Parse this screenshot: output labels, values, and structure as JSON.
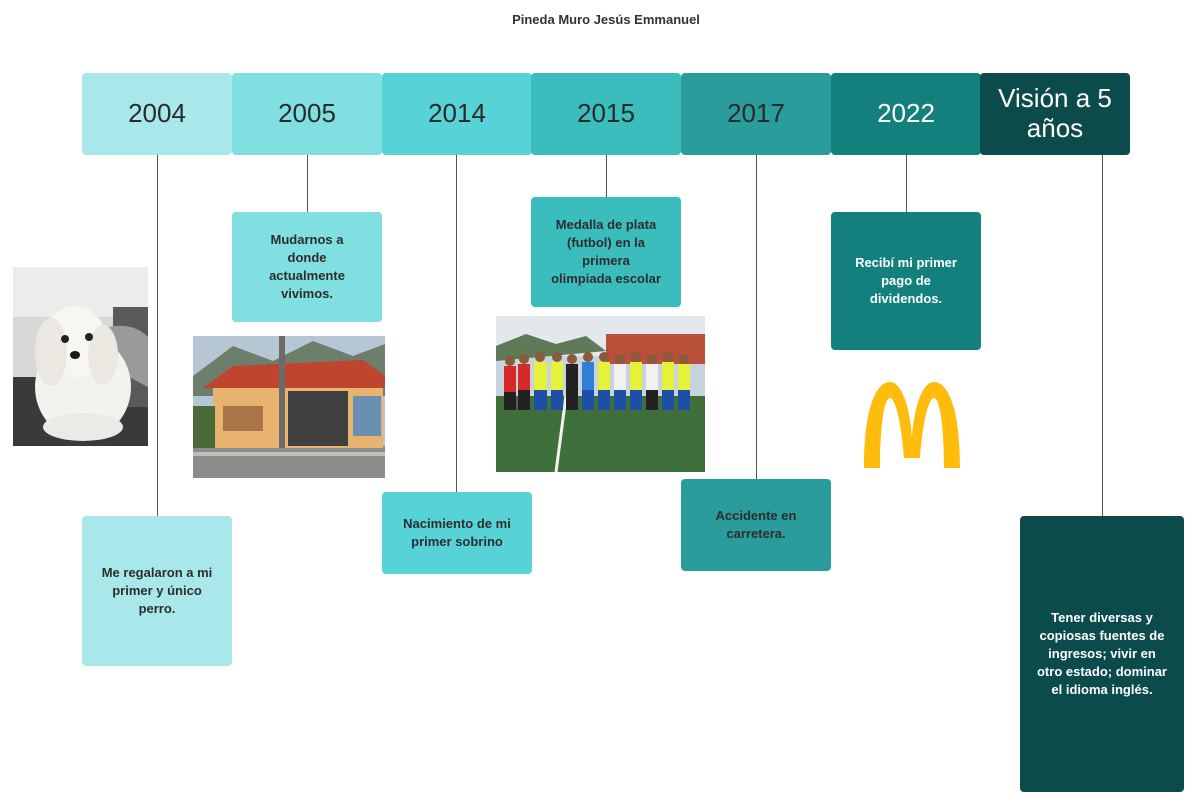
{
  "title": "Pineda Muro Jesús Emmanuel",
  "years": [
    {
      "label": "2004",
      "color": "#a9e8ea"
    },
    {
      "label": "2005",
      "color": "#80dfe1"
    },
    {
      "label": "2014",
      "color": "#57d3d7"
    },
    {
      "label": "2015",
      "color": "#3bbdbe"
    },
    {
      "label": "2017",
      "color": "#2a9c9c"
    },
    {
      "label": "2022",
      "color": "#13807e"
    },
    {
      "label": "Visión a 5 años",
      "color": "#0c4b4c"
    }
  ],
  "events": [
    {
      "text": "Me regalaron a mi primer y único perro.",
      "color": "#a9e8ea"
    },
    {
      "text": "Mudarnos a donde actualmente vivimos.",
      "color": "#80dfe1"
    },
    {
      "text": "Nacimiento de mi primer sobrino",
      "color": "#57d3d7"
    },
    {
      "text": "Medalla de plata (futbol) en la primera olimpiada escolar",
      "color": "#3bbdbe"
    },
    {
      "text": "Accidente en carretera.",
      "color": "#2a9c9c"
    },
    {
      "text": "Recibí mi primer pago de dividendos.",
      "color": "#13807e"
    },
    {
      "text": "Tener diversas y copiosas fuentes de ingresos; vivir en otro estado; dominar el  idioma inglés.",
      "color": "#0c4b4c"
    }
  ],
  "images": {
    "dog": "dog-photo",
    "house": "house-photo",
    "soccer": "soccer-team-photo",
    "logo": "mcdonalds-logo",
    "logo_color": "#ffbc0d"
  }
}
